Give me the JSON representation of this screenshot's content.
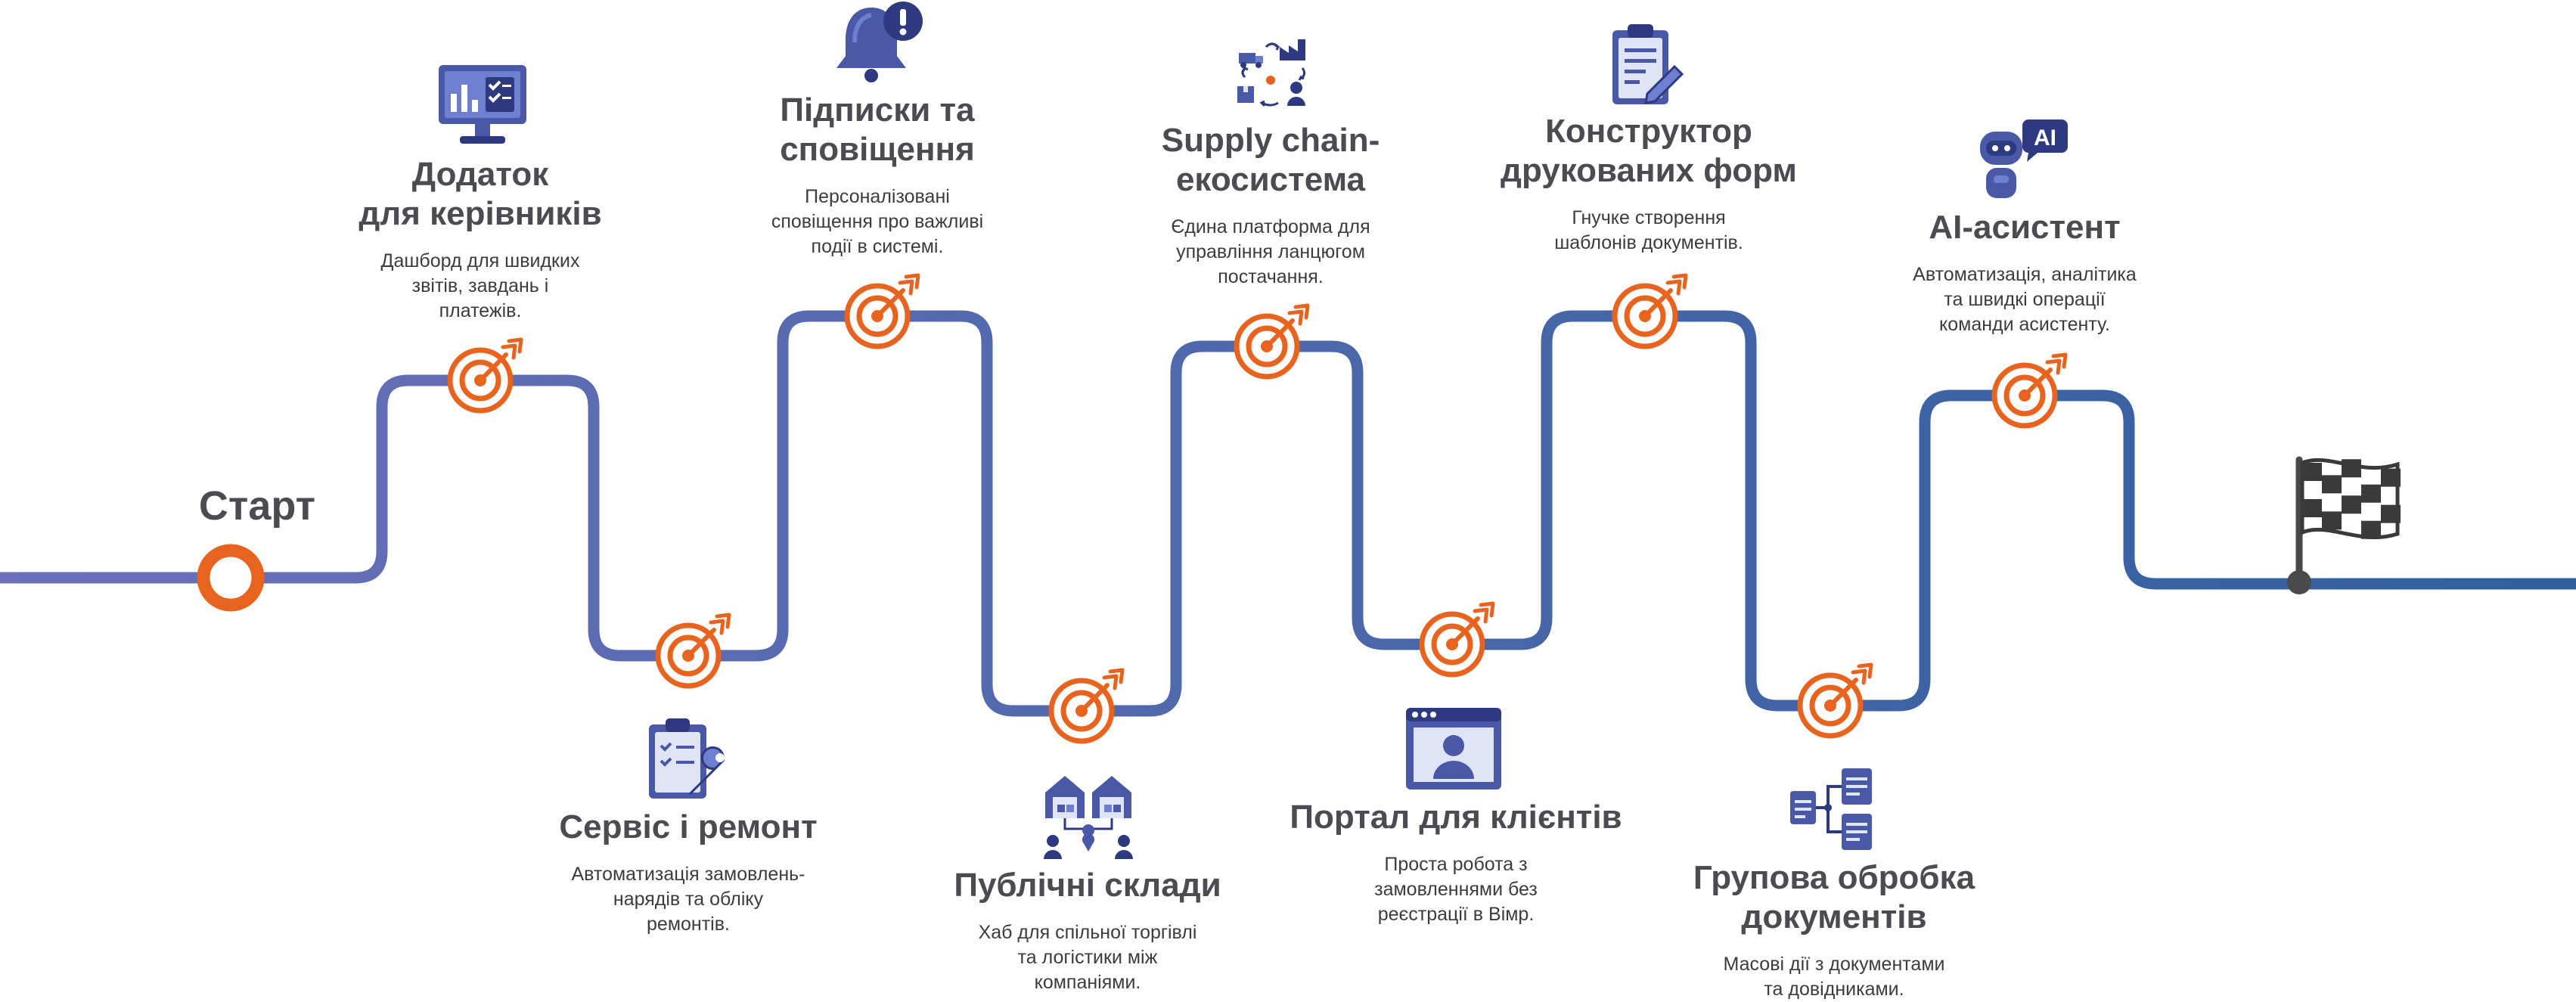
{
  "start": {
    "label": "Старт"
  },
  "colors": {
    "path_start": "#6b70b8",
    "path_end": "#2f5f9e",
    "accent": "#e8641e",
    "icon": "#4a58a8"
  },
  "milestones": [
    {
      "title": "Додаток\nдля керівників",
      "desc": "Дашборд для швидких\nзвітів, завдань і\nплатежів.",
      "icon": "monitor-dashboard-icon"
    },
    {
      "title": "Сервіс і ремонт",
      "desc": "Автоматизація замовлень-\nнарядів та обліку\nремонтів.",
      "icon": "clipboard-wrench-icon"
    },
    {
      "title": "Підписки та\nсповіщення",
      "desc": "Персоналізовані\nсповіщення про важливі\nподії в системі.",
      "icon": "bell-alert-icon"
    },
    {
      "title": "Публічні склади",
      "desc": "Хаб для спільної торгівлі\nта логістики між\nкомпаніями.",
      "icon": "warehouses-icon"
    },
    {
      "title": "Supply chain-\nекосистема",
      "desc": "Єдина платформа для\nуправління ланцюгом\nпостачання.",
      "icon": "supply-chain-icon"
    },
    {
      "title": "Портал для клієнтів",
      "desc": "Проста робота з\nзамовленнями без\nреєстрації в Вімр.",
      "icon": "client-portal-icon"
    },
    {
      "title": "Конструктор\nдрукованих форм",
      "desc": "Гнучке створення\nшаблонів документів.",
      "icon": "form-builder-icon"
    },
    {
      "title": "Групова обробка\nдокументів",
      "desc": "Масові дії з документами\nта довідниками.",
      "icon": "batch-documents-icon"
    },
    {
      "title": "AI-асистент",
      "desc": "Автоматизація, аналітика\nта швидкі операції\nкоманди асистенту.",
      "icon": "ai-assistant-icon"
    }
  ],
  "finish": {
    "icon": "checkered-flag-icon"
  }
}
